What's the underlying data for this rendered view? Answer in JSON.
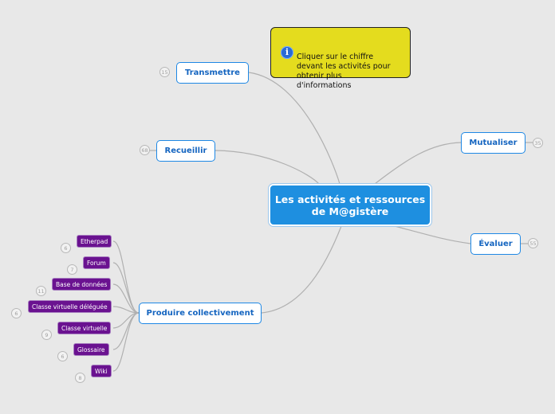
{
  "central_topic": "Les activités et ressources de M@gistère",
  "note": {
    "icon": "info-icon",
    "text": "Cliquer sur le chiffre\ndevant les activités pour\nobtenir  plus\nd'informations"
  },
  "branches": {
    "transmettre": {
      "label": "Transmettre",
      "badge": "15"
    },
    "recueillir": {
      "label": "Recueillir",
      "badge": "68"
    },
    "mutualiser": {
      "label": "Mutualiser",
      "badge": "35"
    },
    "evaluer": {
      "label": "Évaluer",
      "badge": "55"
    },
    "produire": {
      "label": "Produire collectivement"
    }
  },
  "subtopics": [
    {
      "label": "Etherpad",
      "badge": "6"
    },
    {
      "label": "Forum",
      "badge": "7"
    },
    {
      "label": "Base de données",
      "badge": "11"
    },
    {
      "label": "Classe virtuelle déléguée",
      "badge": "6"
    },
    {
      "label": "Classe virtuelle",
      "badge": "9"
    },
    {
      "label": "Glossaire",
      "badge": "6"
    },
    {
      "label": "Wiki",
      "badge": "8"
    }
  ],
  "colors": {
    "background": "#e8e8e8",
    "central": "#1e8fe0",
    "branch_border": "#1e88e5",
    "leaf": "#6a1290",
    "note": "#e4dc1e",
    "connector": "#b0b0b0"
  }
}
